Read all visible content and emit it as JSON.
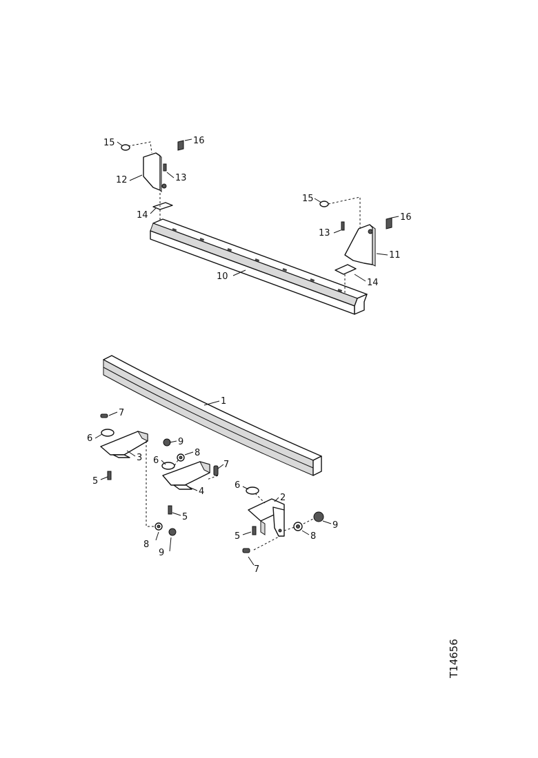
{
  "figure_number": "T14656",
  "callouts": {
    "c1": "1",
    "c2": "2",
    "c3": "3",
    "c4": "4",
    "c5a": "5",
    "c5b": "5",
    "c5c": "5",
    "c6a": "6",
    "c6b": "6",
    "c6c": "6",
    "c7a": "7",
    "c7b": "7",
    "c7c": "7",
    "c8a": "8",
    "c8b": "8",
    "c8c": "8",
    "c9a": "9",
    "c9b": "9",
    "c9c": "9",
    "c10": "10",
    "c11": "11",
    "c12": "12",
    "c13a": "13",
    "c13b": "13",
    "c14a": "14",
    "c14b": "14",
    "c15a": "15",
    "c15b": "15",
    "c16a": "16",
    "c16b": "16"
  }
}
